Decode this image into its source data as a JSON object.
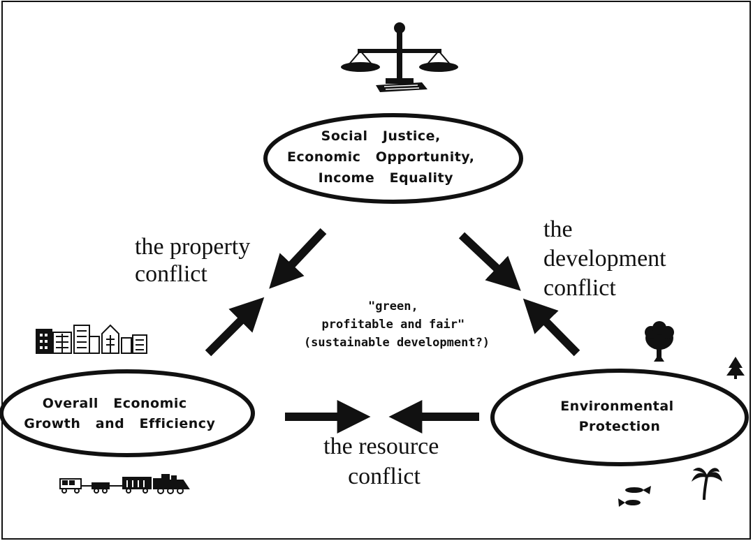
{
  "nodes": {
    "top": {
      "lines": [
        "Social   Justice,",
        "Economic   Opportunity,",
        "Income   Equality"
      ]
    },
    "left": {
      "lines": [
        "Overall   Economic",
        "Growth   and   Efficiency"
      ]
    },
    "right": {
      "lines": [
        "Environmental",
        "Protection"
      ]
    }
  },
  "conflicts": {
    "property": {
      "lines": [
        "the property",
        "conflict"
      ]
    },
    "development": {
      "lines": [
        "the",
        "development",
        "conflict"
      ]
    },
    "resource": {
      "lines": [
        "the resource",
        "conflict"
      ]
    }
  },
  "center": {
    "lines": [
      "\"green,",
      "profitable and fair\"",
      "(sustainable development?)"
    ]
  },
  "icons": [
    "scales-of-justice-icon",
    "city-buildings-icon",
    "train-icon",
    "deciduous-tree-icon",
    "pine-tree-icon",
    "fish-icon",
    "palm-tree-icon"
  ]
}
